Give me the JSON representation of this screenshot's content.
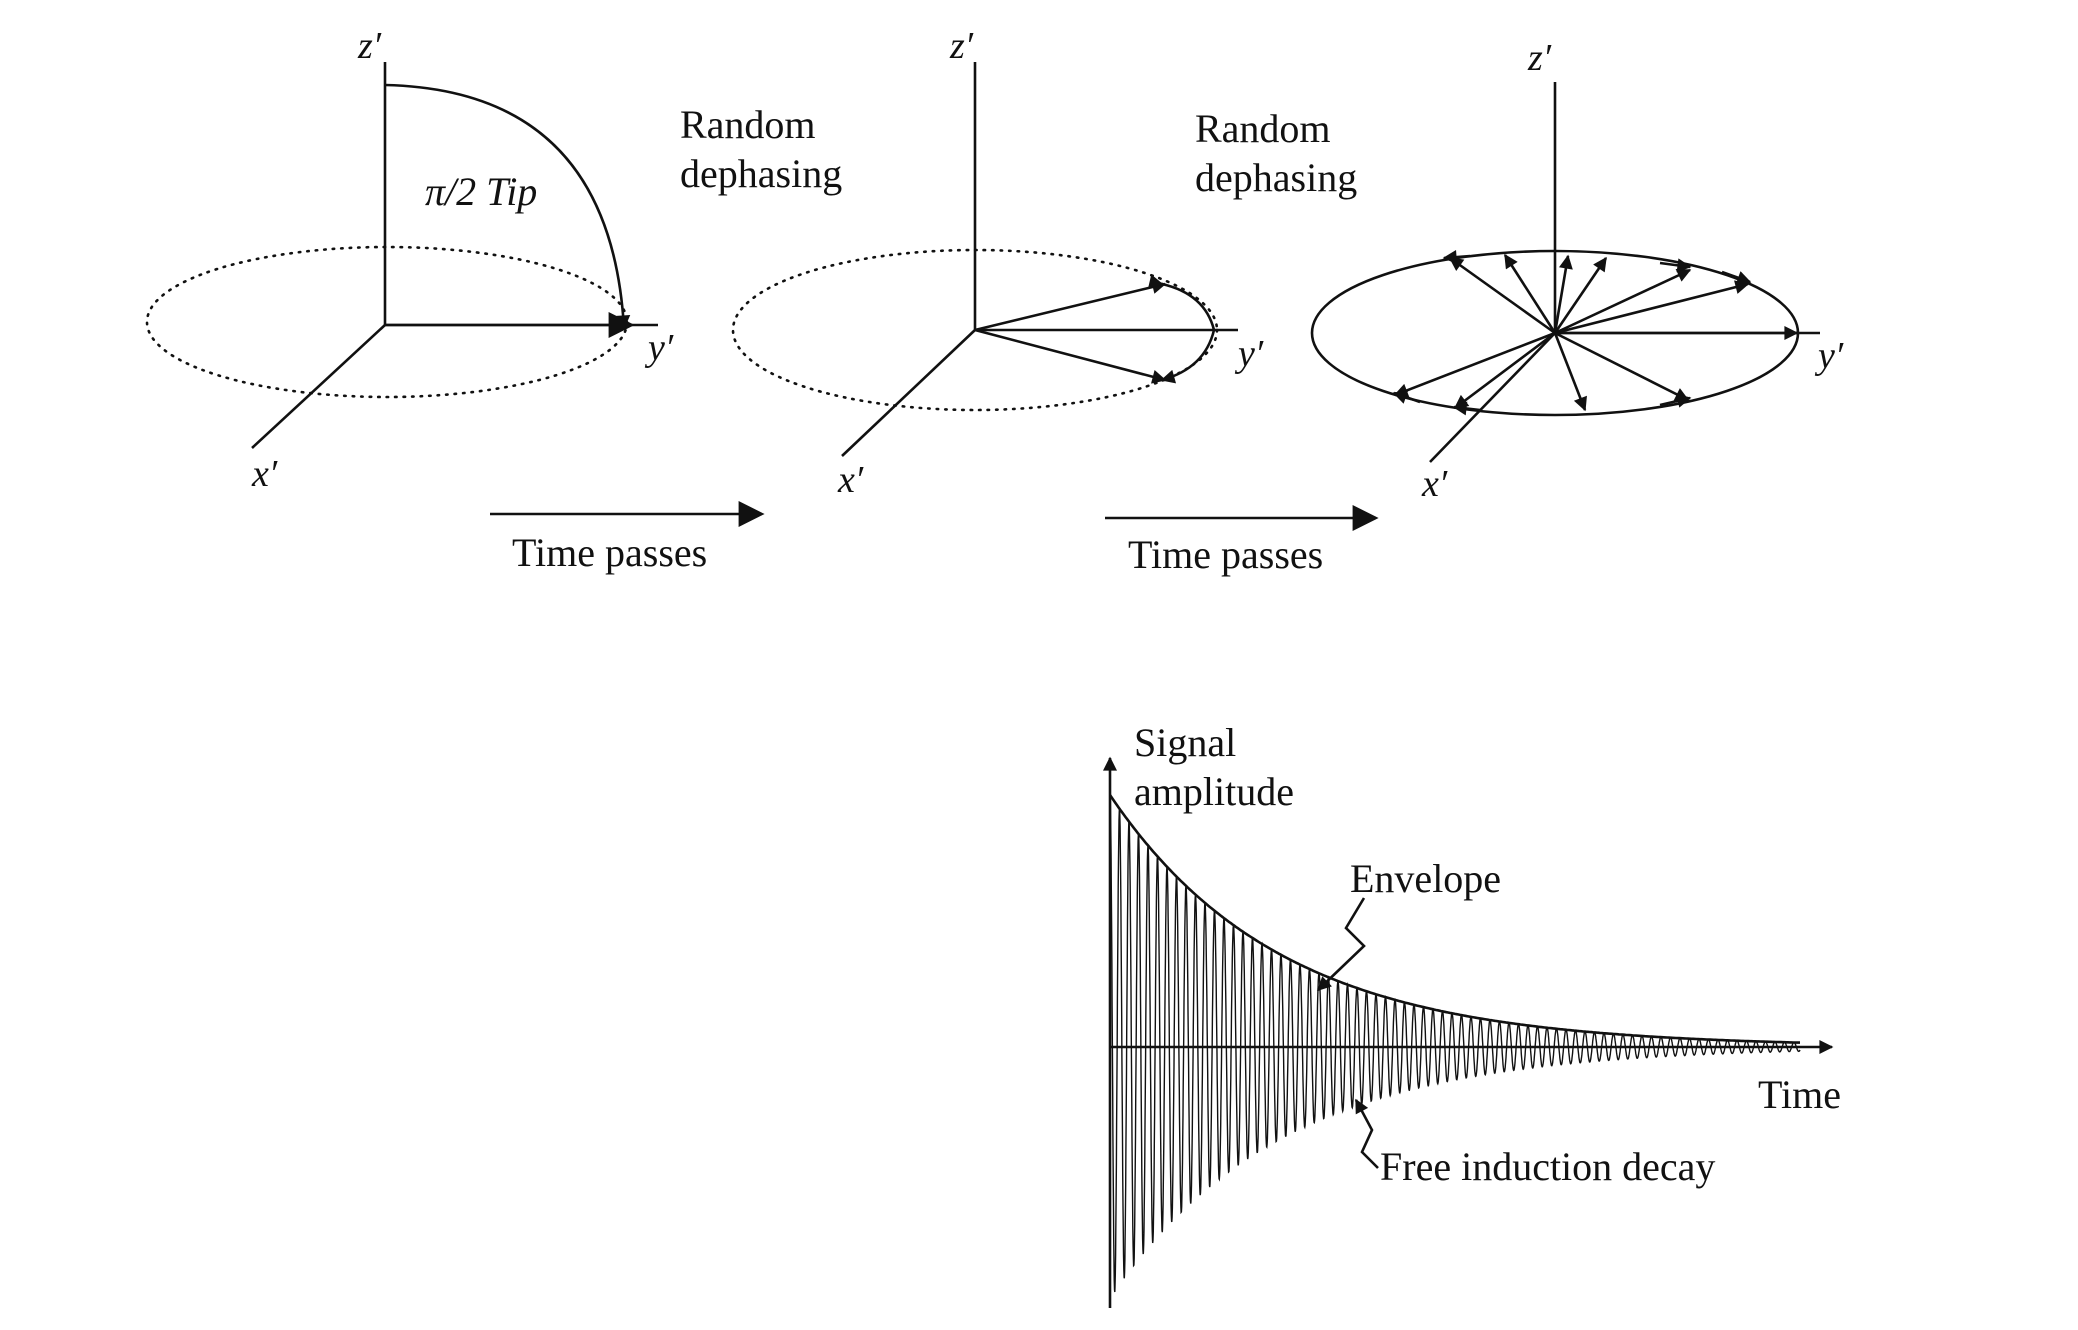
{
  "panels": [
    {
      "axes": {
        "x": "x′",
        "y": "y′",
        "z": "z′"
      },
      "tip_label": "π/2 Tip"
    },
    {
      "axes": {
        "x": "x′",
        "y": "y′",
        "z": "z′"
      }
    },
    {
      "axes": {
        "x": "x′",
        "y": "y′",
        "z": "z′"
      }
    }
  ],
  "transitions": [
    {
      "label_line1": "Random",
      "label_line2": "dephasing",
      "arrow_label": "Time passes"
    },
    {
      "label_line1": "Random",
      "label_line2": "dephasing",
      "arrow_label": "Time passes"
    }
  ],
  "signal_plot": {
    "ylabel_line1": "Signal",
    "ylabel_line2": "amplitude",
    "xlabel": "Time",
    "envelope_label": "Envelope",
    "fid_label": "Free induction decay"
  }
}
